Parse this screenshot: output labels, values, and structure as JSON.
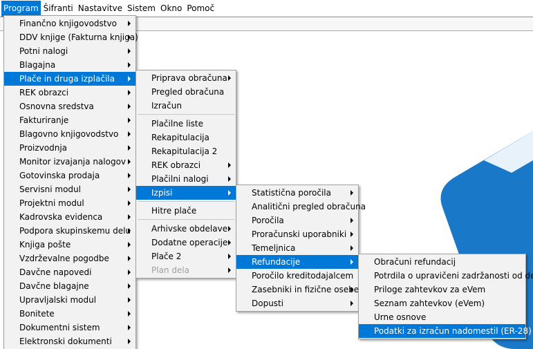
{
  "menubar": {
    "items": [
      {
        "label": "Program",
        "active": true
      },
      {
        "label": "Šifranti",
        "active": false
      },
      {
        "label": "Nastavitve",
        "active": false
      },
      {
        "label": "Sistem",
        "active": false
      },
      {
        "label": "Okno",
        "active": false
      },
      {
        "label": "Pomoč",
        "active": false
      }
    ]
  },
  "program_menu": {
    "items": [
      {
        "label": "Finančno knjigovodstvo",
        "submenu": true
      },
      {
        "label": "DDV knjige (Fakturna knjiga)",
        "submenu": true
      },
      {
        "label": "Potni nalogi",
        "submenu": true
      },
      {
        "label": "Blagajna",
        "submenu": true
      },
      {
        "label": "Plače in druga izplačila",
        "submenu": true,
        "highlight": true
      },
      {
        "label": "REK obrazci",
        "submenu": true
      },
      {
        "label": "Osnovna sredstva",
        "submenu": true
      },
      {
        "label": "Fakturiranje",
        "submenu": true
      },
      {
        "label": "Blagovno knjigovodstvo",
        "submenu": true
      },
      {
        "label": "Proizvodnja",
        "submenu": true
      },
      {
        "label": "Monitor izvajanja nalogov",
        "submenu": true
      },
      {
        "label": "Gotovinska prodaja",
        "submenu": true
      },
      {
        "label": "Servisni modul",
        "submenu": true
      },
      {
        "label": "Projektni modul",
        "submenu": true
      },
      {
        "label": "Kadrovska evidenca",
        "submenu": true
      },
      {
        "label": "Podpora skupinskemu delu",
        "submenu": true
      },
      {
        "label": "Knjiga pošte",
        "submenu": true
      },
      {
        "label": "Vzdrževalne pogodbe",
        "submenu": true
      },
      {
        "label": "Davčne napovedi",
        "submenu": true
      },
      {
        "label": "Davčne blagajne",
        "submenu": true
      },
      {
        "label": "Upravljalski modul",
        "submenu": true
      },
      {
        "label": "Bonitete",
        "submenu": true
      },
      {
        "label": "Dokumentni sistem",
        "submenu": true
      },
      {
        "label": "Elektronski dokumenti",
        "submenu": true
      }
    ]
  },
  "place_menu": {
    "items": [
      {
        "label": "Priprava obračuna",
        "submenu": true
      },
      {
        "label": "Pregled obračuna",
        "submenu": false
      },
      {
        "label": "Izračun",
        "submenu": false
      },
      {
        "separator": true
      },
      {
        "label": "Plačilne liste",
        "submenu": false
      },
      {
        "label": "Rekapitulacija",
        "submenu": false
      },
      {
        "label": "Rekapitulacija 2",
        "submenu": false
      },
      {
        "label": "REK obrazci",
        "submenu": true
      },
      {
        "label": "Plačilni nalogi",
        "submenu": true
      },
      {
        "label": "Izpisi",
        "submenu": true,
        "highlight": true
      },
      {
        "separator": true
      },
      {
        "label": "Hitre plače",
        "submenu": false
      },
      {
        "separator": true
      },
      {
        "label": "Arhivske obdelave",
        "submenu": true
      },
      {
        "label": "Dodatne operacije",
        "submenu": true
      },
      {
        "label": "Plače 2",
        "submenu": true
      },
      {
        "label": "Plan dela",
        "submenu": true,
        "disabled": true
      }
    ]
  },
  "izpisi_menu": {
    "items": [
      {
        "label": "Statistična poročila",
        "submenu": true
      },
      {
        "label": "Analitični pregled obračuna",
        "submenu": false
      },
      {
        "label": "Poročila",
        "submenu": true
      },
      {
        "label": "Proračunski uporabniki",
        "submenu": true
      },
      {
        "label": "Temeljnica",
        "submenu": true
      },
      {
        "label": "Refundacije",
        "submenu": true,
        "highlight": true
      },
      {
        "label": "Poročilo kreditodajalcem",
        "submenu": false
      },
      {
        "label": "Zasebniki in fizične osebe",
        "submenu": true
      },
      {
        "label": "Dopusti",
        "submenu": true
      }
    ]
  },
  "refundacije_menu": {
    "items": [
      {
        "label": "Obračuni refundacij",
        "submenu": false
      },
      {
        "label": "Potrdila o upravičeni zadržanosti od dela",
        "submenu": false
      },
      {
        "label": "Priloge zahtevkov za eVem",
        "submenu": false
      },
      {
        "label": "Seznam zahtevkov (eVem)",
        "submenu": false
      },
      {
        "label": "Urne osnove",
        "submenu": false
      },
      {
        "label": "Podatki za izračun nadomestil (ER-28)",
        "submenu": false,
        "highlight": true
      }
    ]
  },
  "colors": {
    "highlight": "#0078d7",
    "menu_bg": "#f2f2f2",
    "logo_blue": "#1a78c8"
  }
}
